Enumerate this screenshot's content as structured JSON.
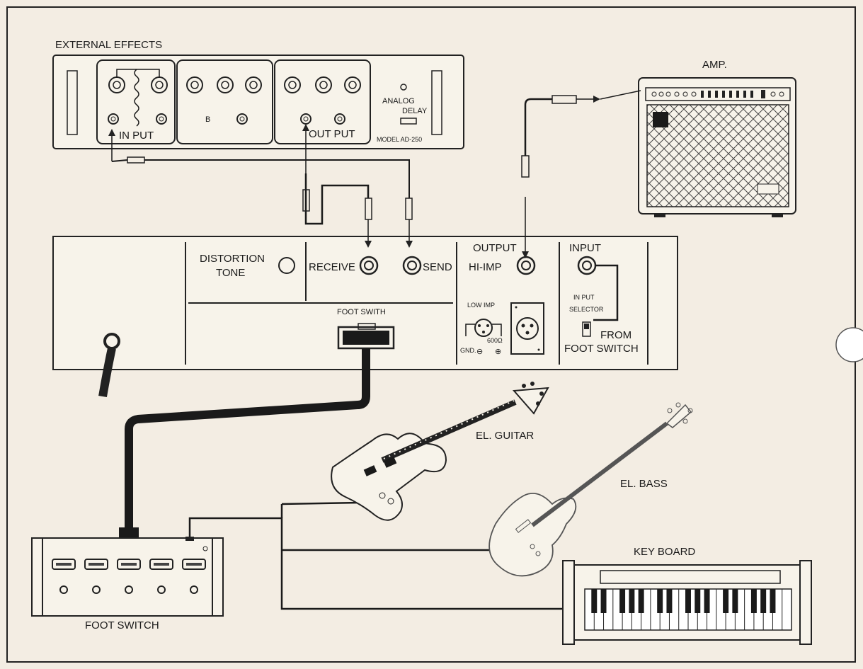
{
  "external_effects": {
    "title": "EXTERNAL EFFECTS",
    "module_b_label": "B",
    "input_label": "IN PUT",
    "output_label": "OUT PUT",
    "delay_name_line1": "ANALOG",
    "delay_name_line2": "DELAY",
    "model": "MODEL AD-250"
  },
  "amp": {
    "title": "AMP."
  },
  "main_panel": {
    "distortion_tone_line1": "DISTORTION",
    "distortion_tone_line2": "TONE",
    "receive": "RECEIVE",
    "send": "SEND",
    "output": "OUTPUT",
    "hi_imp": "HI-IMP",
    "input": "INPUT",
    "foot_switch_connector": "FOOT SWITH",
    "low_imp": "LOW IMP",
    "gnd": "GND.",
    "ohm": "600Ω",
    "minus": "⊖",
    "plus": "⊕",
    "input_selector_line1": "IN PUT",
    "input_selector_line2": "SELECTOR",
    "from_line1": "FROM",
    "from_line2": "FOOT SWITCH"
  },
  "instruments": {
    "guitar": "EL. GUITAR",
    "bass": "EL. BASS",
    "keyboard": "KEY BOARD",
    "foot_switch": "FOOT SWITCH"
  }
}
